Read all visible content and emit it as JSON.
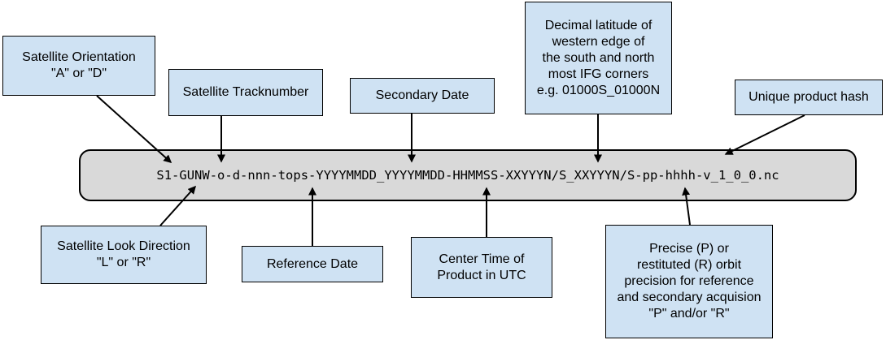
{
  "filename": "S1-GUNW-o-d-nnn-tops-YYYYMMDD_YYYYMMDD-HHMMSS-XXYYYN/S_XXYYYN/S-pp-hhhh-v_1_0_0.nc",
  "labels": {
    "satellite_orientation": "Satellite Orientation\n\"A\" or \"D\"",
    "satellite_tracknumber": "Satellite Tracknumber",
    "secondary_date": "Secondary Date",
    "decimal_latitude": "Decimal latitude of\nwestern edge of\nthe south and north\nmost IFG corners\ne.g. 01000S_01000N",
    "unique_product_hash": "Unique product hash",
    "satellite_look_direction": "Satellite Look Direction\n\"L\" or \"R\"",
    "reference_date": "Reference Date",
    "center_time": "Center Time of\nProduct in UTC",
    "orbit_precision": "Precise (P) or\nrestituted (R) orbit\nprecision for reference\nand secondary acquision\n\"P\" and/or \"R\""
  },
  "colors": {
    "box_fill": "#cfe2f3",
    "filename_fill": "#d9d9d9",
    "stroke": "#000000"
  }
}
